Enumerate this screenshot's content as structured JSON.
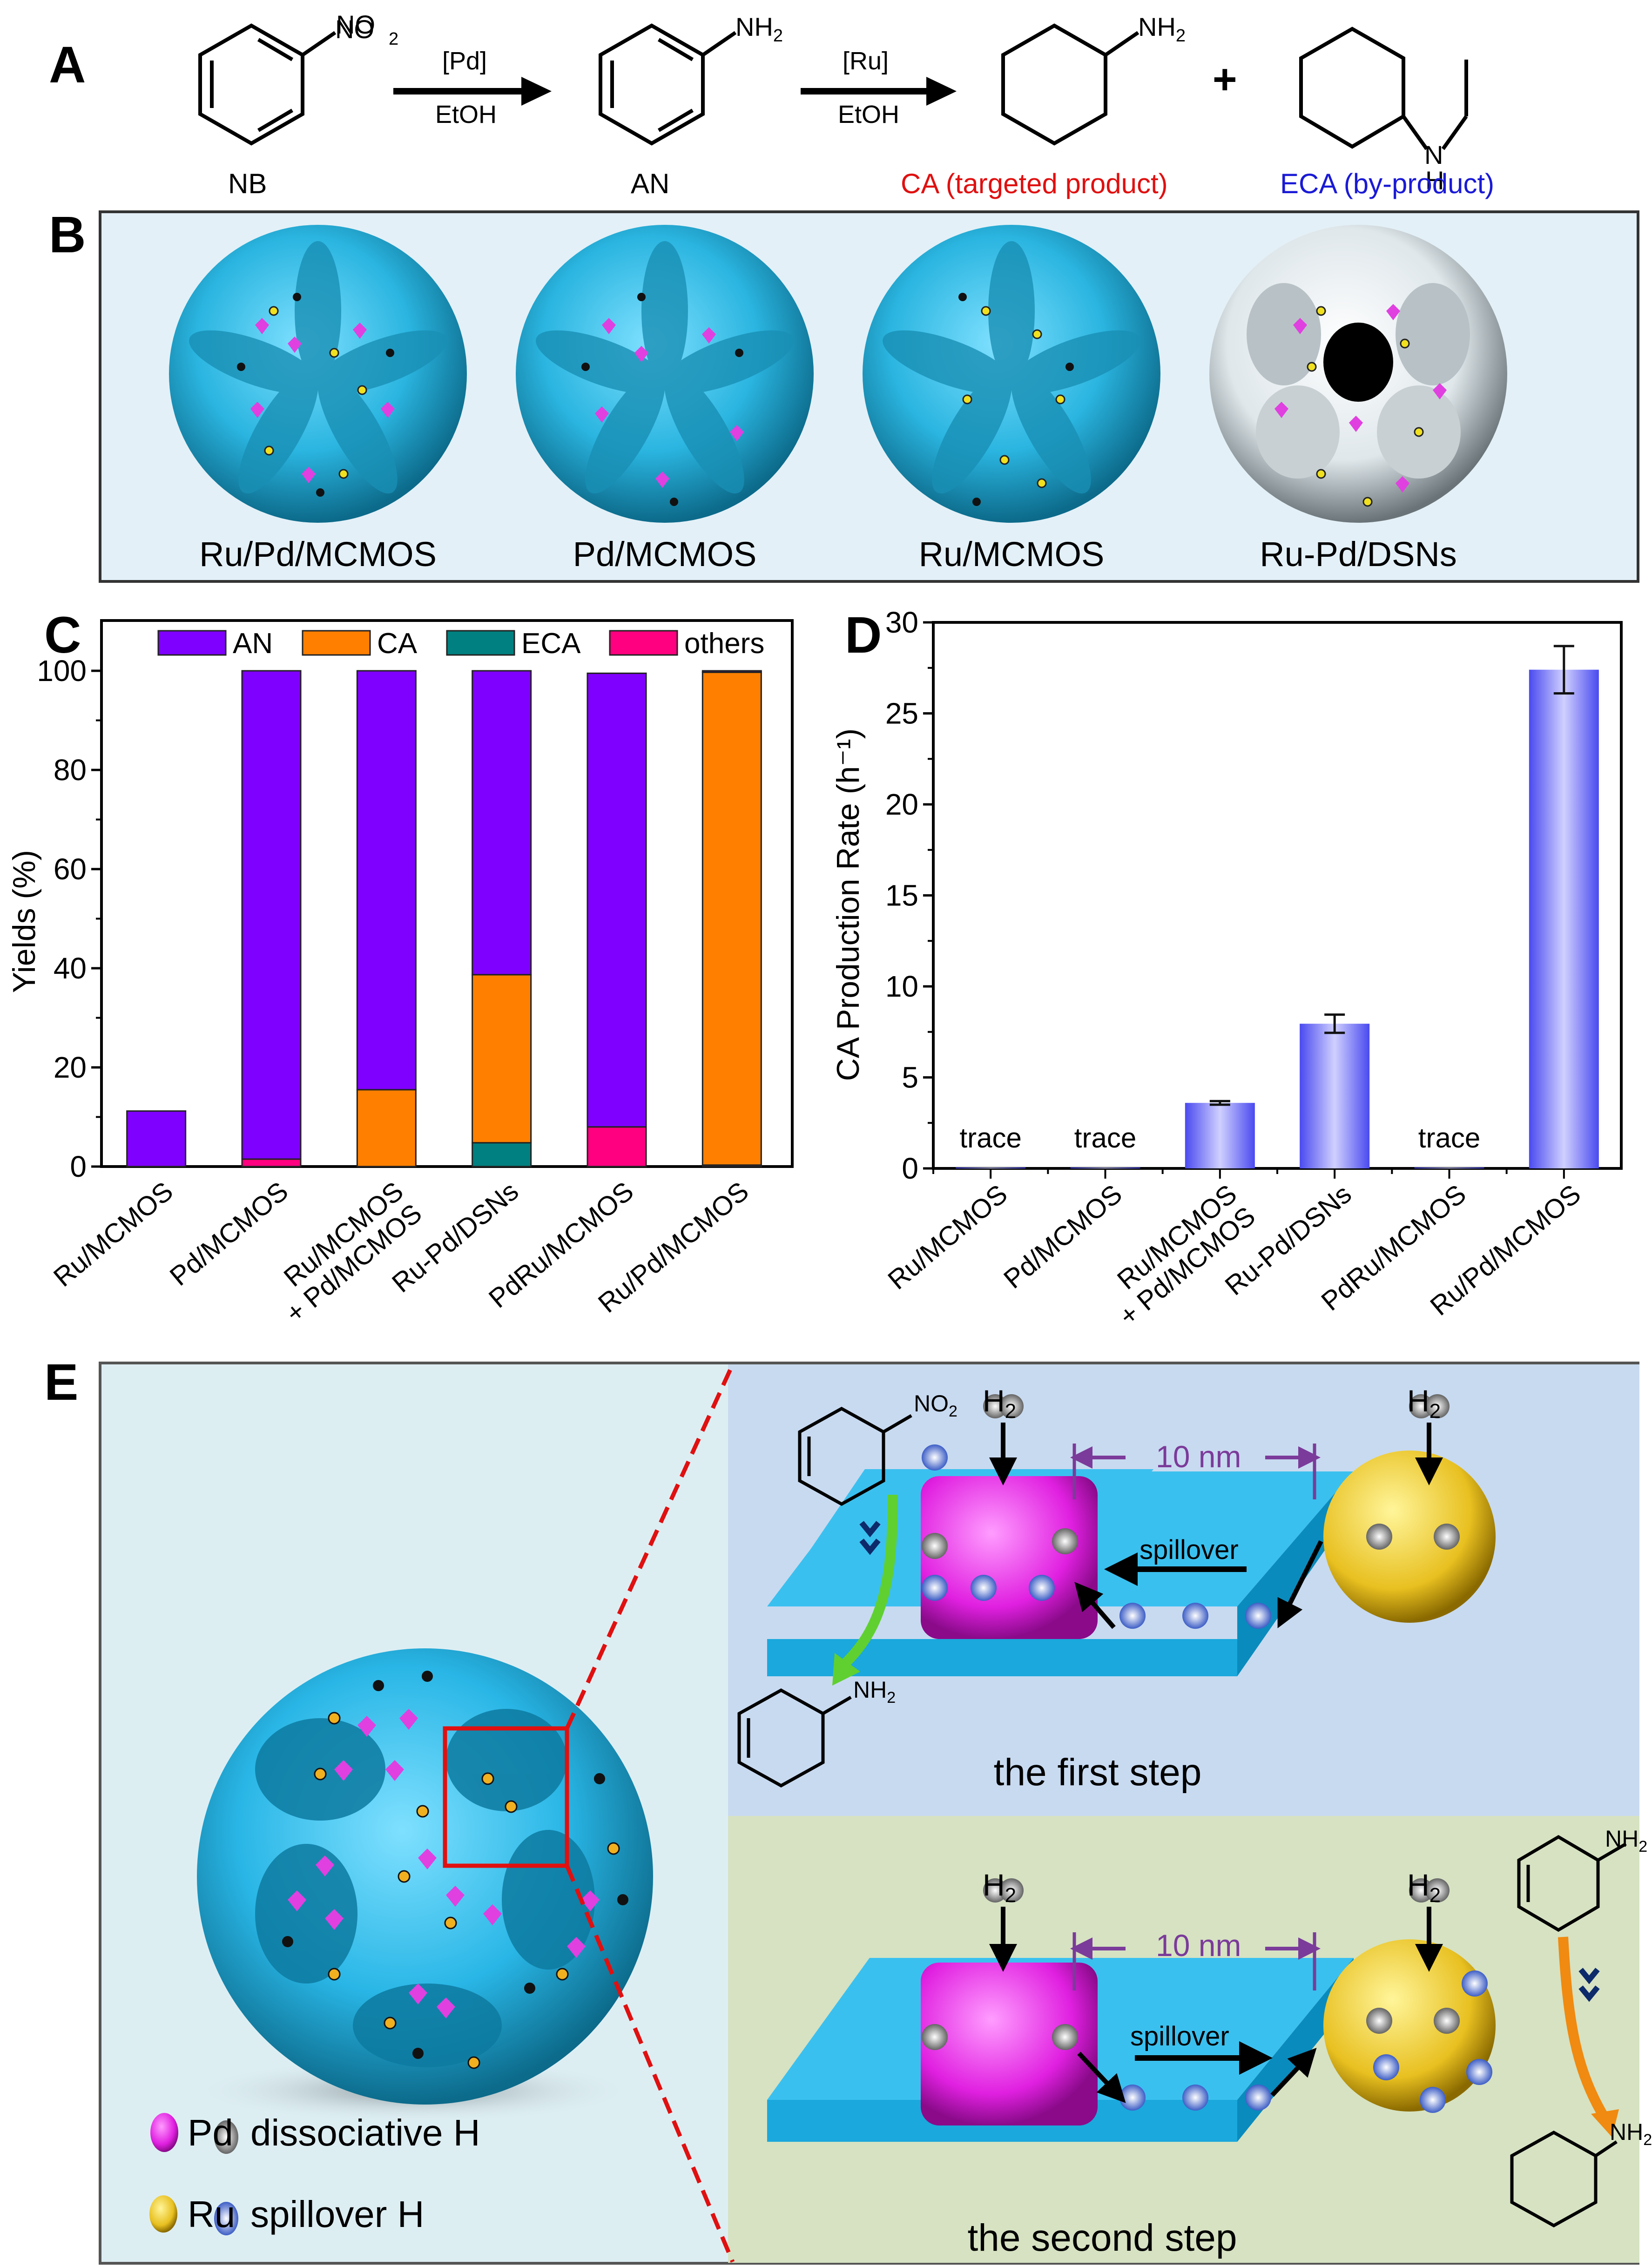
{
  "panel_letters": {
    "a": "A",
    "b": "B",
    "c": "C",
    "d": "D",
    "e": "E"
  },
  "panel_a": {
    "molecules": [
      {
        "abbr": "NB",
        "substituent": "NO2",
        "ring": "benzene"
      },
      {
        "abbr": "AN",
        "substituent": "NH2",
        "ring": "benzene"
      },
      {
        "abbr": "CA (targeted product)",
        "substituent": "NH2",
        "ring": "cyclohexane",
        "color": "#e01010"
      },
      {
        "abbr": "ECA (by-product)",
        "substituent": "NH-ethyl",
        "ring": "cyclohexane",
        "color": "#1a1ad6"
      }
    ],
    "arrow1": {
      "top": "[Pd]",
      "bottom": "EtOH"
    },
    "arrow2": {
      "top": "[Ru]",
      "bottom": "EtOH"
    },
    "plus": "+",
    "nh2": "NH",
    "no2": "NO",
    "sub2": "2",
    "h": "H",
    "n": "N"
  },
  "panel_b": {
    "labels": [
      "Ru/Pd/MCMOS",
      "Pd/MCMOS",
      "Ru/MCMOS",
      "Ru-Pd/DSNs"
    ]
  },
  "colors": {
    "AN": "#8000ff",
    "CA": "#ff8000",
    "ECA": "#008080",
    "others": "#ff0080",
    "rate_bar": "#6b6bf5",
    "accent_red": "#e01010",
    "accent_blue": "#1a1ad6",
    "pd": "#e040e0",
    "ru": "#f0d020",
    "support": "#29b6e6",
    "purple_scale": "#7b3b9a"
  },
  "chart_data": [
    {
      "type": "bar",
      "stacked": true,
      "panel": "C",
      "title": "",
      "xlabel": "",
      "ylabel": "Yields (%)",
      "ylim": [
        0,
        110
      ],
      "yticks": [
        0,
        20,
        40,
        60,
        80,
        100
      ],
      "categories": [
        "Ru/MCMOS",
        "Pd/MCMOS",
        "Ru/MCMOS + Pd/MCMOS",
        "Ru-Pd/DSNs",
        "PdRu/MCMOS",
        "Ru/Pd/MCMOS"
      ],
      "category_lines": [
        [
          "Ru/MCMOS"
        ],
        [
          "Pd/MCMOS"
        ],
        [
          "Ru/MCMOS",
          "+ Pd/MCMOS"
        ],
        [
          "Ru-Pd/DSNs"
        ],
        [
          "PdRu/MCMOS"
        ],
        [
          "Ru/Pd/MCMOS"
        ]
      ],
      "legend": [
        "AN",
        "CA",
        "ECA",
        "others"
      ],
      "legend_position": "top-inside",
      "series": [
        {
          "name": "others",
          "values": [
            0,
            1.5,
            0,
            0,
            8,
            0.3
          ]
        },
        {
          "name": "ECA",
          "values": [
            0,
            0,
            0,
            4.8,
            0,
            0
          ]
        },
        {
          "name": "CA",
          "values": [
            0,
            0,
            15.5,
            33.9,
            0,
            99.4
          ]
        },
        {
          "name": "AN",
          "values": [
            11.2,
            98.5,
            84.5,
            61.3,
            91.5,
            0.3
          ]
        }
      ],
      "grid": false
    },
    {
      "type": "bar",
      "panel": "D",
      "title": "",
      "xlabel": "",
      "ylabel": "CA Production Rate (h⁻¹)",
      "ylim": [
        0,
        30
      ],
      "yticks": [
        0,
        5,
        10,
        15,
        20,
        25,
        30
      ],
      "categories": [
        "Ru/MCMOS",
        "Pd/MCMOS",
        "Ru/MCMOS + Pd/MCMOS",
        "Ru-Pd/DSNs",
        "PdRu/MCMOS",
        "Ru/Pd/MCMOS"
      ],
      "category_lines": [
        [
          "Ru/MCMOS"
        ],
        [
          "Pd/MCMOS"
        ],
        [
          "Ru/MCMOS",
          "+ Pd/MCMOS"
        ],
        [
          "Ru-Pd/DSNs"
        ],
        [
          "PdRu/MCMOS"
        ],
        [
          "Ru/Pd/MCMOS"
        ]
      ],
      "values": [
        0.05,
        0.05,
        3.6,
        7.95,
        0.05,
        27.4
      ],
      "errors": [
        0,
        0,
        0.1,
        0.5,
        0,
        1.3
      ],
      "annotations": [
        "trace",
        "trace",
        "",
        "",
        "trace",
        ""
      ],
      "grid": false
    }
  ],
  "panel_e": {
    "legend": [
      {
        "label": "Pd",
        "color": "#e040e0"
      },
      {
        "label": "dissociative H",
        "color": "#888888"
      },
      {
        "label": "Ru",
        "color": "#f0e020"
      },
      {
        "label": "spillover H",
        "color": "#4a78d0"
      }
    ],
    "step1": {
      "label": "the first step",
      "h2_left": "H",
      "h2_right": "H",
      "distance": "10 nm",
      "spillover": "spillover",
      "reactant": "NO2",
      "product": "NH2",
      "background": "#c8daf0"
    },
    "step2": {
      "label": "the second step",
      "h2_left": "H",
      "h2_right": "H",
      "distance": "10 nm",
      "spillover": "spillover",
      "reactant": "NH2",
      "product": "NH2",
      "background": "#d6e2c2"
    }
  }
}
